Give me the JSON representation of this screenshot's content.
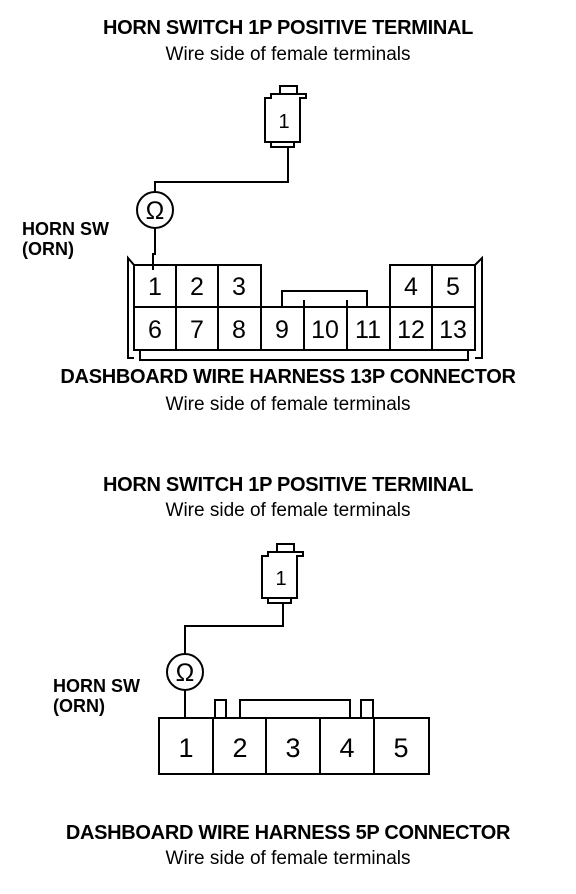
{
  "diagram1": {
    "title": "HORN SWITCH 1P POSITIVE TERMINAL",
    "subtitle": "Wire side of female terminals",
    "terminal_pin": "1",
    "ohm_symbol": "Ω",
    "switch_label": "HORN SW",
    "switch_wire": "(ORN)",
    "connector_pins": [
      "1",
      "2",
      "3",
      "4",
      "5",
      "6",
      "7",
      "8",
      "9",
      "10",
      "11",
      "12",
      "13"
    ],
    "connector_title": "DASHBOARD WIRE HARNESS 13P CONNECTOR",
    "connector_subtitle": "Wire side of female terminals"
  },
  "diagram2": {
    "title": "HORN SWITCH 1P POSITIVE TERMINAL",
    "subtitle": "Wire side of female terminals",
    "terminal_pin": "1",
    "ohm_symbol": "Ω",
    "switch_label": "HORN SW",
    "switch_wire": "(ORN)",
    "connector_pins": [
      "1",
      "2",
      "3",
      "4",
      "5"
    ],
    "connector_title": "DASHBOARD WIRE HARNESS 5P CONNECTOR",
    "connector_subtitle": "Wire side of female terminals"
  }
}
